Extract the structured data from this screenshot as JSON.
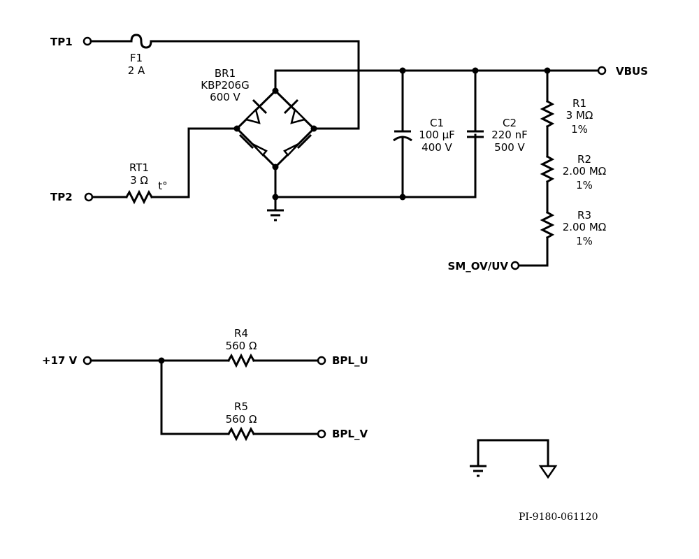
{
  "diagram": {
    "type": "electrical-schematic",
    "nets": {
      "tp1": "TP1",
      "tp2": "TP2",
      "vbus": "VBUS",
      "sm_ov_uv": "SM_OV/UV",
      "plus17v": "+17 V",
      "bpl_u": "BPL_U",
      "bpl_v": "BPL_V"
    },
    "components": {
      "f1": {
        "ref": "F1",
        "value": "2 A"
      },
      "br1": {
        "ref": "BR1",
        "part": "KBP206G",
        "rating": "600 V"
      },
      "rt1": {
        "ref": "RT1",
        "value": "3 Ω",
        "symbol": "t°"
      },
      "c1": {
        "ref": "C1",
        "value": "100 µF",
        "rating": "400 V"
      },
      "c2": {
        "ref": "C2",
        "value": "220 nF",
        "rating": "500 V"
      },
      "r1": {
        "ref": "R1",
        "value": "3 MΩ",
        "tolerance": "1%"
      },
      "r2": {
        "ref": "R2",
        "value": "2.00 MΩ",
        "tolerance": "1%"
      },
      "r3": {
        "ref": "R3",
        "value": "2.00 MΩ",
        "tolerance": "1%"
      },
      "r4": {
        "ref": "R4",
        "value": "560 Ω"
      },
      "r5": {
        "ref": "R5",
        "value": "560 Ω"
      }
    },
    "ground_symbols": [
      "earth-ground",
      "signal-ground"
    ],
    "drawing_id": "PI-9180-061120"
  }
}
